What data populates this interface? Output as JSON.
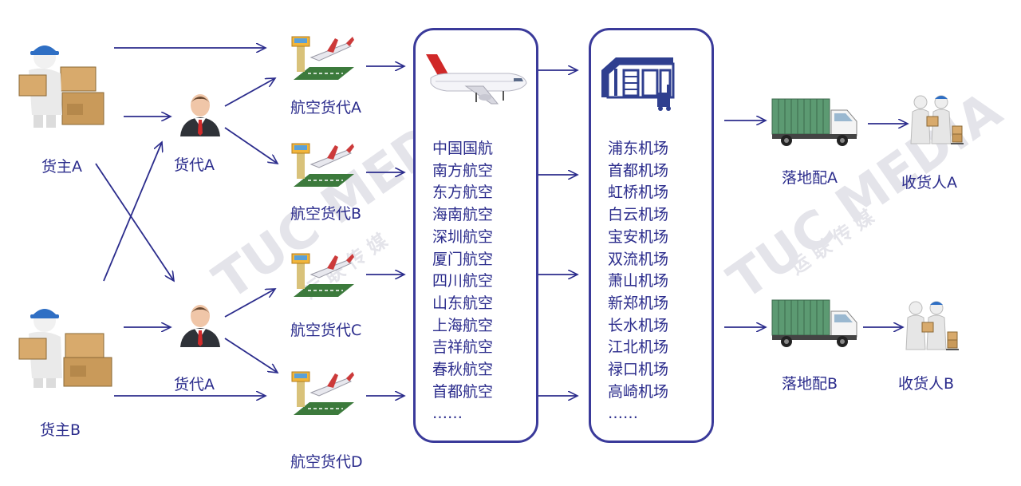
{
  "shippers": [
    "货主A",
    "货主B"
  ],
  "forwarders": [
    "货代A",
    "货代A"
  ],
  "air_forwarders": [
    "航空货代A",
    "航空货代B",
    "航空货代C",
    "航空货代D"
  ],
  "airlines": [
    "中国国航",
    "南方航空",
    "东方航空",
    "海南航空",
    "深圳航空",
    "厦门航空",
    "四川航空",
    "山东航空",
    "上海航空",
    "吉祥航空",
    "春秋航空",
    "首都航空",
    "……"
  ],
  "airports": [
    "浦东机场",
    "首都机场",
    "虹桥机场",
    "白云机场",
    "宝安机场",
    "双流机场",
    "萧山机场",
    "新郑机场",
    "长水机场",
    "江北机场",
    "禄口机场",
    "高崎机场",
    "……"
  ],
  "delivery": [
    "落地配A",
    "落地配B"
  ],
  "receivers": [
    "收货人A",
    "收货人B"
  ],
  "watermark": {
    "logo": "TUC MEDIA",
    "sub": "运 联 传 媒"
  },
  "colors": {
    "ink": "#2b2c8c",
    "arrow": "#2b2c8c",
    "box_border": "#3a3a9a"
  }
}
